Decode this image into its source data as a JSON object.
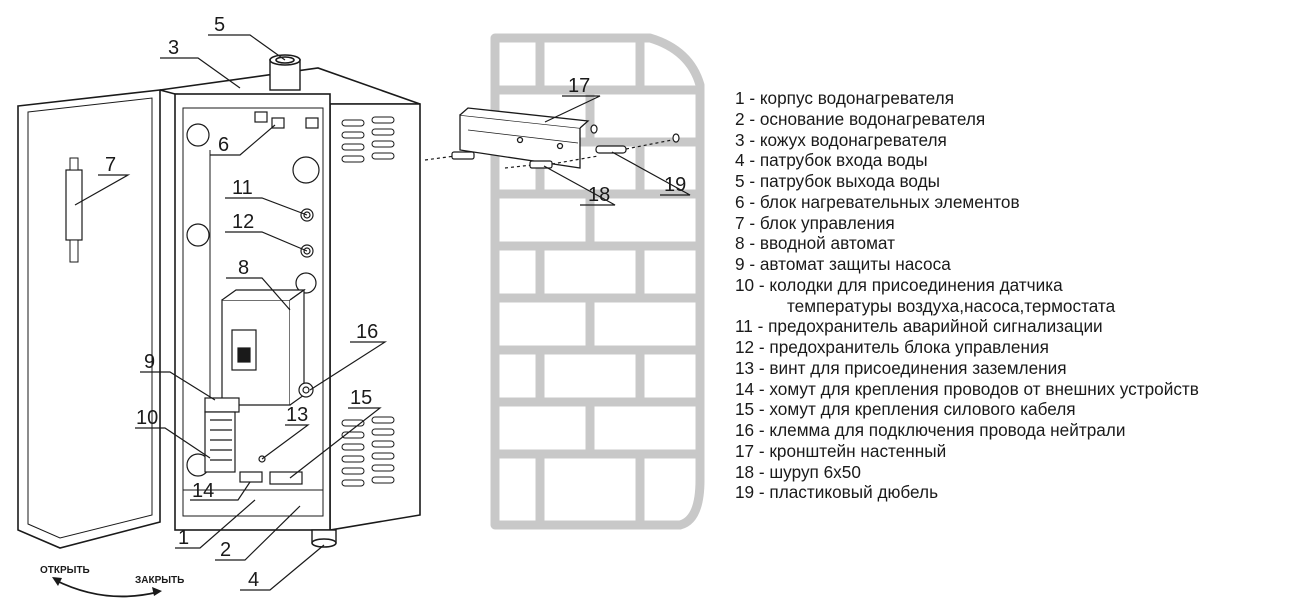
{
  "callouts": [
    "1",
    "2",
    "3",
    "4",
    "5",
    "6",
    "7",
    "8",
    "9",
    "10",
    "11",
    "12",
    "13",
    "14",
    "15",
    "16",
    "17",
    "18",
    "19"
  ],
  "door_labels": {
    "open": "ОТКРЫТЬ",
    "close": "ЗАКРЫТЬ"
  },
  "legend": [
    "1   - корпус  водонагревателя",
    "2   - основание водонагревателя",
    "3   - кожух водонагревателя",
    "4   - патрубок входа воды",
    "5   - патрубок выхода воды",
    "6   - блок нагревательных элементов",
    "7   - блок управления",
    "8   - вводной автомат",
    "9   - автомат защиты насоса",
    "10 - колодки  для присоединения датчика",
    "температуры воздуха,насоса,термостата",
    "11   - предохранитель аварийной сигнализации",
    "12   - предохранитель блока управления",
    "13 - винт для присоединения заземления",
    "14 - хомут для крепления проводов от внешних устройств",
    "15 - хомут для крепления силового кабеля",
    "16 - клемма для подключения провода нейтрали",
    "17 - кронштейн настенный",
    "18 - шуруп 6х50",
    "19 - пластиковый дюбель"
  ],
  "colors": {
    "line": "#1a1a1a",
    "brick": "#c8c8c8",
    "fill": "#ffffff"
  }
}
